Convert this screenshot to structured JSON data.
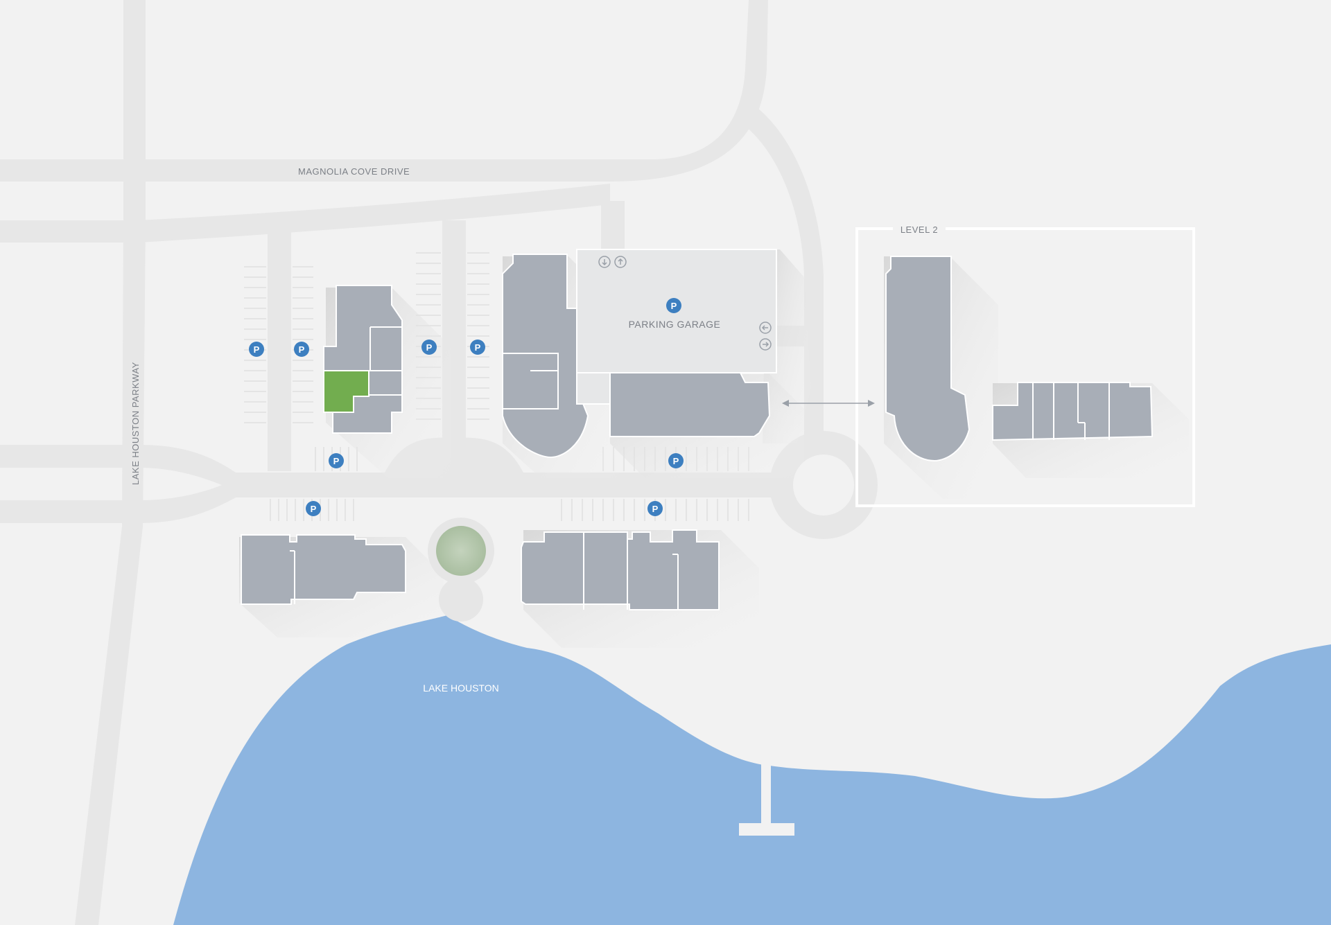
{
  "map": {
    "streets": {
      "magnolia": "MAGNOLIA COVE DRIVE",
      "parkway": "LAKE HOUSTON PARKWAY"
    },
    "garage_label": "PARKING GARAGE",
    "level_label": "LEVEL 2",
    "lake_label": "LAKE HOUSTON",
    "parking_symbol": "P",
    "colors": {
      "background": "#f2f2f2",
      "road": "#e7e7e7",
      "building": "#a8aeb7",
      "garage": "#e6e7e8",
      "highlight_unit": "#72ad4f",
      "water": "#8db5e0",
      "parking_marker": "#3d7fc0",
      "fountain": "#b7c9b0"
    },
    "icons": [
      "parking-marker-icon",
      "garage-down-arrow-icon",
      "garage-up-arrow-icon",
      "garage-left-arrow-icon",
      "garage-right-arrow-icon",
      "double-arrow-icon"
    ]
  }
}
